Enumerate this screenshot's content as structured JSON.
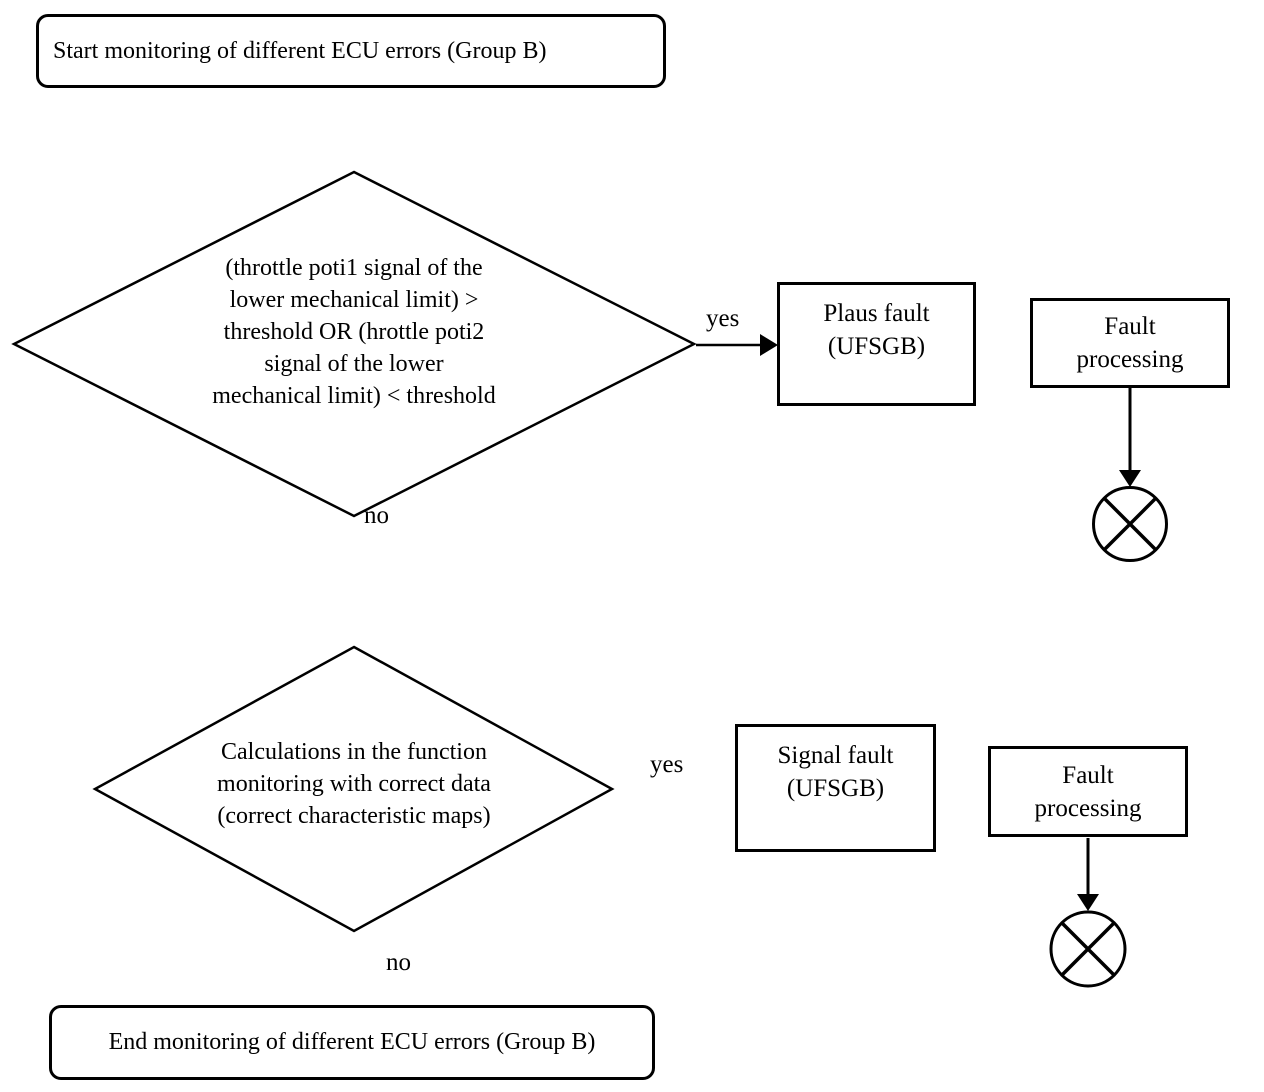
{
  "diagram": {
    "start_node": {
      "label": "Start monitoring of different ECU errors (Group B)"
    },
    "end_node": {
      "label": "End monitoring of different ECU errors (Group B)"
    },
    "decision1": {
      "lines": [
        "(throttle poti1 signal of the",
        "lower mechanical limit) >",
        "threshold OR (hrottle poti2",
        "signal of the lower",
        "mechanical limit) < threshold"
      ],
      "yes_label": "yes",
      "no_label": "no"
    },
    "fault1": {
      "lines": [
        "Plaus fault",
        "(UFSGB)"
      ]
    },
    "process1": {
      "lines": [
        "Fault",
        "processing"
      ]
    },
    "decision2": {
      "lines": [
        "Calculations in the function",
        "monitoring with correct data",
        "(correct characteristic maps)"
      ],
      "yes_label": "yes",
      "no_label": "no"
    },
    "fault2": {
      "lines": [
        "Signal fault",
        "(UFSGB)"
      ]
    },
    "process2": {
      "lines": [
        "Fault",
        "processing"
      ]
    },
    "colors": {
      "line": "#000000",
      "background": "#ffffff"
    }
  }
}
